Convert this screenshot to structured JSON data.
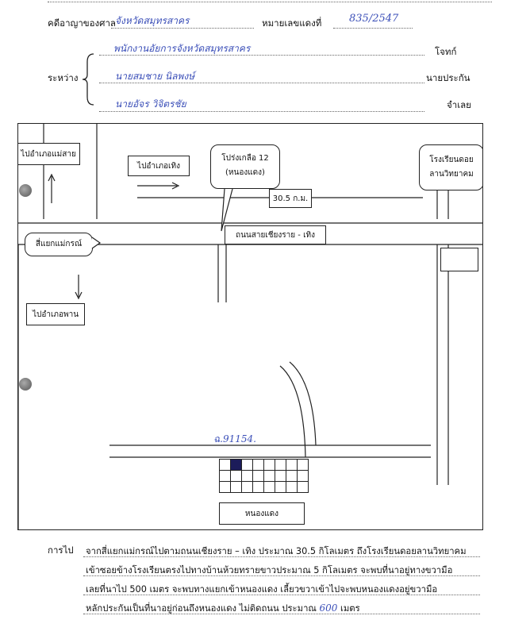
{
  "header": {
    "court_label": "คดีอาญาของศาล",
    "court_value": "จังหวัดสมุทรสาคร",
    "number_label": "หมายเลขแดงที่",
    "number_value": "835/2547",
    "between_label": "ระหว่าง",
    "parties": [
      {
        "name": "พนักงานอัยการจังหวัดสมุทรสาคร",
        "role": "โจทก์"
      },
      {
        "name": "นายสมชาย นิลพงษ์",
        "role": "นายประกัน"
      },
      {
        "name": "นายอัจร วิจิตรชัย",
        "role": "จำเลย"
      }
    ]
  },
  "map": {
    "labels": {
      "to_mae_sai": "ไปอำเภอแม่สาย",
      "to_thoeng": "ไปอำเภอเทิง",
      "bridge": "โปร่งเกลือ 12",
      "bridge_sub": "(หนองแดง)",
      "school_1": "โรงเรียนดอย",
      "school_2": "ลานวิทยาคม",
      "distance": "30.5 ก.ม.",
      "road": "ถนนสายเชียงราย - เทิง",
      "intersection": "สี่แยกแม่กรณ์",
      "to_phan": "ไปอำเภอพาน",
      "plot_number": "ฉ.91154.",
      "nong_daeng": "หนองแดง"
    },
    "grid": {
      "rows": 3,
      "cols": 8,
      "highlight_cell": 1
    }
  },
  "directions": {
    "label": "การไป",
    "lines": [
      "จากสี่แยกแม่กรณ์ไปตามถนนเชียงราย – เทิง ประมาณ 30.5 กิโลเมตร ถึงโรงเรียนดอยลานวิทยาคม",
      "เข้าซอยข้างโรงเรียนตรงไปทางบ้านห้วยทรายขาวประมาณ 5 กิโลเมตร จะพบที่นาอยู่ทางขวามือ",
      "เลยที่นาไป 500 เมตร จะพบทางแยกเข้าหนองแดง เลี้ยวขวาเข้าไปจะพบหนองแดงอยู่ขวามือ"
    ],
    "last_line_prefix": "หลักประกันเป็นที่นาอยู่ก่อนถึงหนองแดง ไม่ติดถนน ประมาณ",
    "last_line_value": "600",
    "last_line_suffix": "เมตร"
  }
}
